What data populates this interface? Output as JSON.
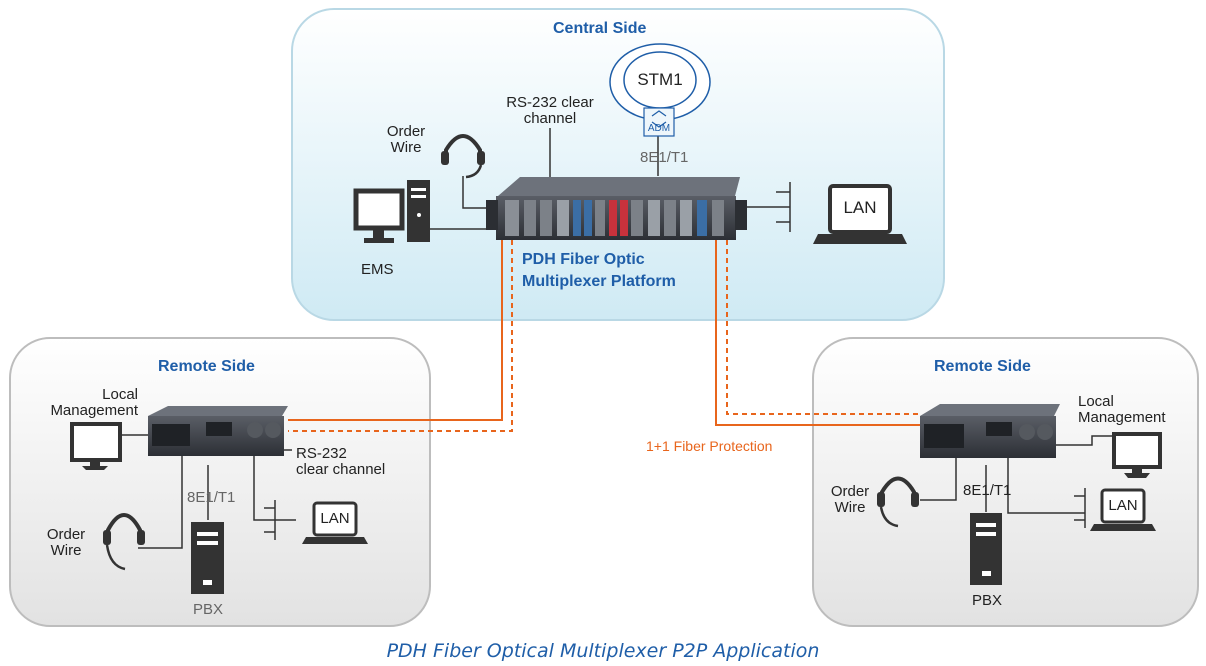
{
  "central": {
    "title": "Central Side",
    "stm1": "STM1",
    "adm": "ADM",
    "rs232": "RS-232 clear\nchannel",
    "e1": "8E1/T1",
    "order_wire": "Order\nWire",
    "ems": "EMS",
    "lan": "LAN",
    "platform": "PDH Fiber Optic\nMultiplexer Platform"
  },
  "remote_left": {
    "title": "Remote Side",
    "local_mgmt": "Local\nManagement",
    "rs232": "RS-232\nclear channel",
    "e1": "8E1/T1",
    "order_wire": "Order\nWire",
    "pbx": "PBX",
    "lan": "LAN"
  },
  "remote_right": {
    "title": "Remote Side",
    "local_mgmt": "Local\nManagement",
    "e1": "8E1/T1",
    "order_wire": "Order\nWire",
    "pbx": "PBX",
    "lan": "LAN"
  },
  "fiber_protection": "1+1 Fiber Protection",
  "caption": "PDH Fiber Optical Multiplexer P2P Application",
  "colors": {
    "accent_blue": "#1f5ea8",
    "fiber_orange": "#e8651c"
  }
}
